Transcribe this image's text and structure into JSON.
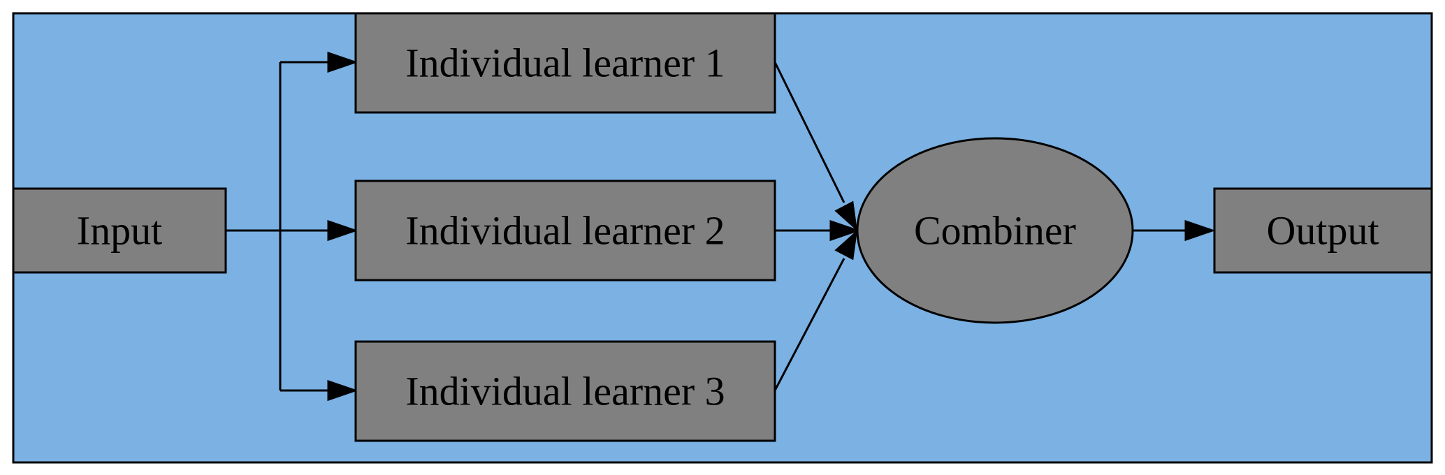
{
  "colors": {
    "background": "#7bb1e3",
    "node_fill": "#808080",
    "stroke": "#000000"
  },
  "nodes": {
    "input": {
      "label": "Input"
    },
    "learner_1": {
      "label": "Individual learner 1"
    },
    "learner_2": {
      "label": "Individual learner 2"
    },
    "learner_3": {
      "label": "Individual learner 3"
    },
    "combiner": {
      "label": "Combiner"
    },
    "output": {
      "label": "Output"
    }
  }
}
